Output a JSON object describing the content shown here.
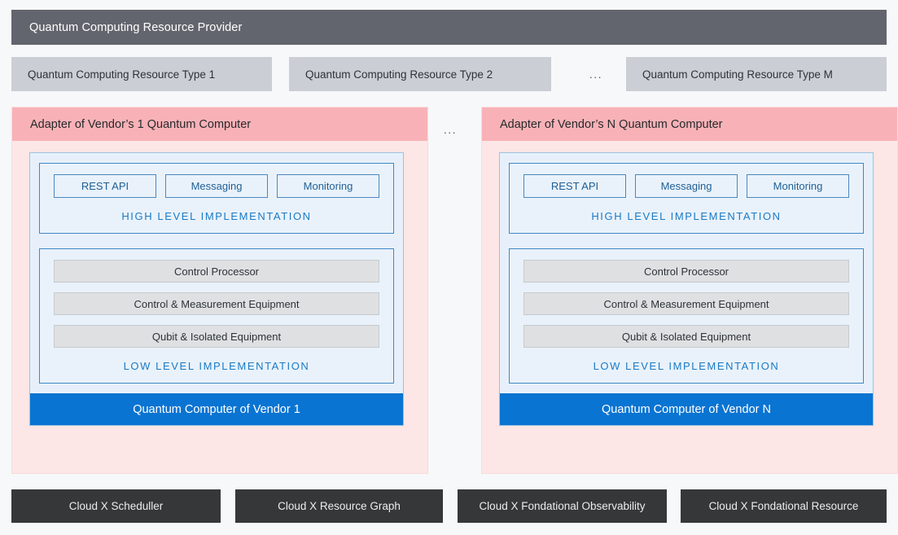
{
  "provider": {
    "label": "Quantum Computing Resource Provider"
  },
  "resource_types": {
    "ellipsis": "...",
    "items": [
      {
        "label": "Quantum Computing Resource Type 1"
      },
      {
        "label": "Quantum Computing Resource Type 2"
      },
      {
        "label": "Quantum Computing Resource Type M"
      }
    ]
  },
  "adapters": {
    "ellipsis": "...",
    "items": [
      {
        "header": "Adapter of Vendor’s 1 Quantum Computer",
        "high_level": {
          "caption": "HIGH LEVEL IMPLEMENTATION",
          "chips": [
            {
              "label": "REST API"
            },
            {
              "label": "Messaging"
            },
            {
              "label": "Monitoring"
            }
          ]
        },
        "low_level": {
          "caption": "LOW LEVEL IMPLEMENTATION",
          "components": [
            {
              "label": "Control Processor"
            },
            {
              "label": "Control & Measurement Equipment"
            },
            {
              "label": "Qubit & Isolated Equipment"
            }
          ]
        },
        "vendor_bar": "Quantum Computer of Vendor 1"
      },
      {
        "header": "Adapter of Vendor’s N Quantum Computer",
        "high_level": {
          "caption": "HIGH LEVEL IMPLEMENTATION",
          "chips": [
            {
              "label": "REST API"
            },
            {
              "label": "Messaging"
            },
            {
              "label": "Monitoring"
            }
          ]
        },
        "low_level": {
          "caption": "LOW LEVEL IMPLEMENTATION",
          "components": [
            {
              "label": "Control Processor"
            },
            {
              "label": "Control & Measurement Equipment"
            },
            {
              "label": "Qubit & Isolated Equipment"
            }
          ]
        },
        "vendor_bar": "Quantum Computer of Vendor N"
      }
    ]
  },
  "cloud_services": {
    "items": [
      {
        "label": "Cloud X Scheduller"
      },
      {
        "label": "Cloud X Resource Graph"
      },
      {
        "label": "Cloud X Fondational Observability"
      },
      {
        "label": "Cloud X Fondational Resource"
      }
    ]
  },
  "colors": {
    "page_background": "#f7f8fa",
    "provider_bar": "#62656d",
    "resource_type_box": "#cbced4",
    "adapter_header": "#f8b2b7",
    "adapter_body": "#fce6e6",
    "panel_background": "#e7f0fa",
    "panel_border": "#3f87c5",
    "caption_text": "#1a7ac4",
    "hardware_box": "#dee0e2",
    "vendor_bar": "#0a74d2",
    "cloud_service_bar": "#353739"
  }
}
